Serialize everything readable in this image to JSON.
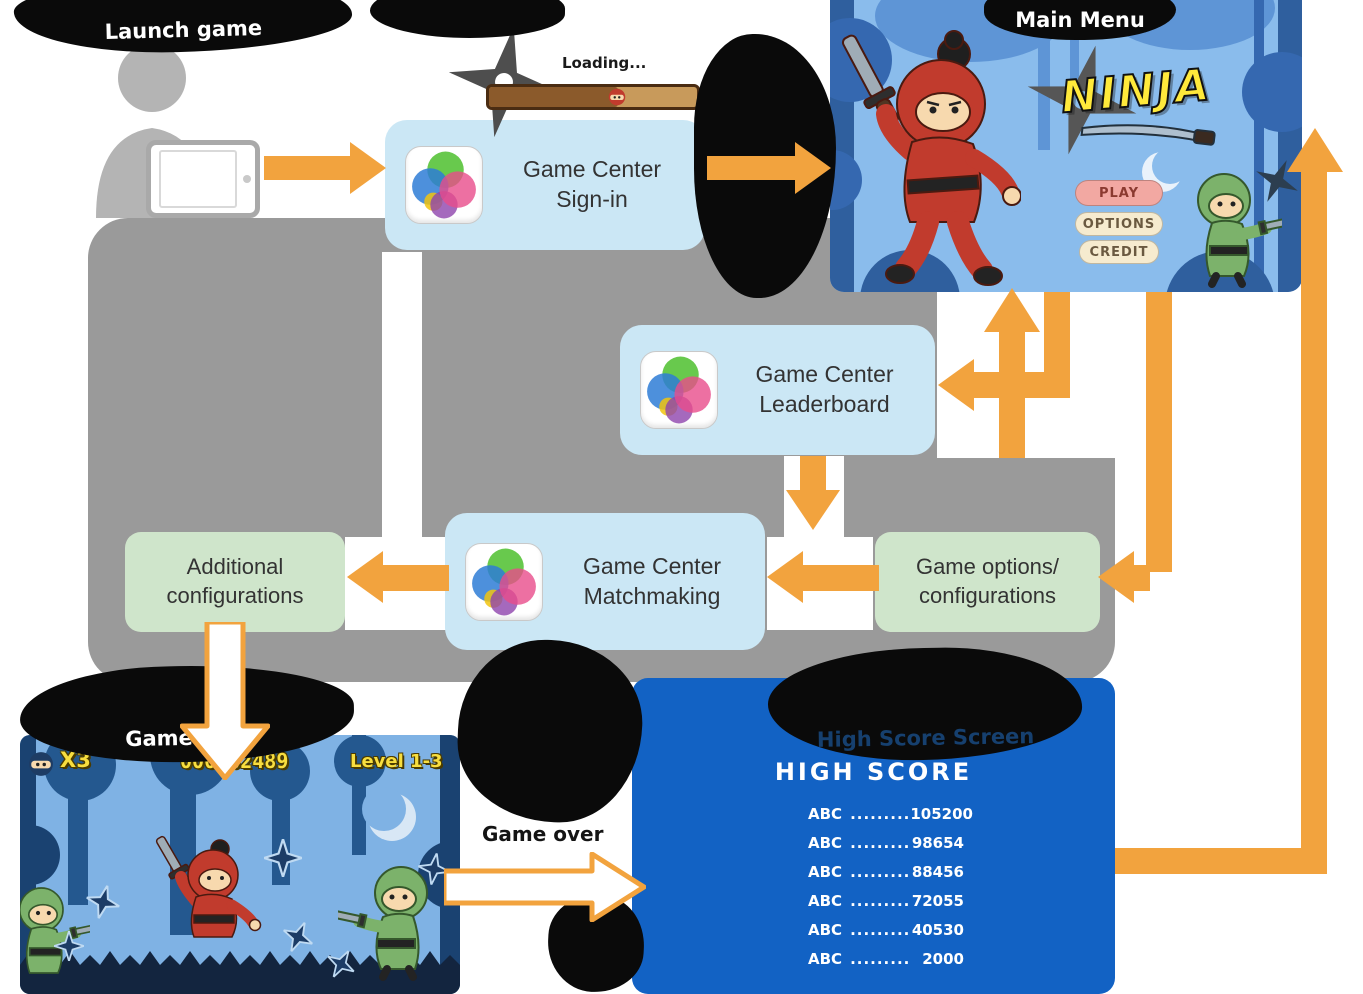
{
  "labels": {
    "launch_game": "Launch game",
    "main_menu": "Main Menu",
    "game_play": "Game play",
    "high_score_screen": "High Score Screen",
    "game_over": "Game over"
  },
  "loading": {
    "caption": "Loading..."
  },
  "nodes": {
    "signin": {
      "line1": "Game Center",
      "line2": "Sign-in"
    },
    "leaderboard": {
      "line1": "Game Center",
      "line2": "Leaderboard"
    },
    "matchmaking": {
      "line1": "Game Center",
      "line2": "Matchmaking"
    },
    "additional": {
      "line1": "Additional",
      "line2": "configurations"
    },
    "game_options": {
      "line1": "Game options/",
      "line2": "configurations"
    }
  },
  "menu": {
    "logo": "NINJA",
    "buttons": [
      {
        "label": "PLAY"
      },
      {
        "label": "OPTIONS"
      },
      {
        "label": "CREDIT"
      }
    ]
  },
  "hud": {
    "lives": "X3",
    "score": "000562489",
    "level": "Level 1-3"
  },
  "highscore": {
    "title": "HIGH SCORE",
    "rows": [
      {
        "name": "ABC",
        "dots": ".........",
        "score": "105200"
      },
      {
        "name": "ABC",
        "dots": ".........",
        "score": "98654"
      },
      {
        "name": "ABC",
        "dots": ".........",
        "score": "88456"
      },
      {
        "name": "ABC",
        "dots": ".........",
        "score": "72055"
      },
      {
        "name": "ABC",
        "dots": ".........",
        "score": "40530"
      },
      {
        "name": "ABC",
        "dots": ".........",
        "score": "2000"
      }
    ]
  },
  "colors": {
    "arrow": "#F2A33E",
    "panel_gray": "#9A9A9A",
    "node_blue": "#CBE7F5",
    "node_green": "#CFE5CB",
    "highscore_blue": "#1262C4",
    "logo_yellow": "#FFE93B"
  }
}
